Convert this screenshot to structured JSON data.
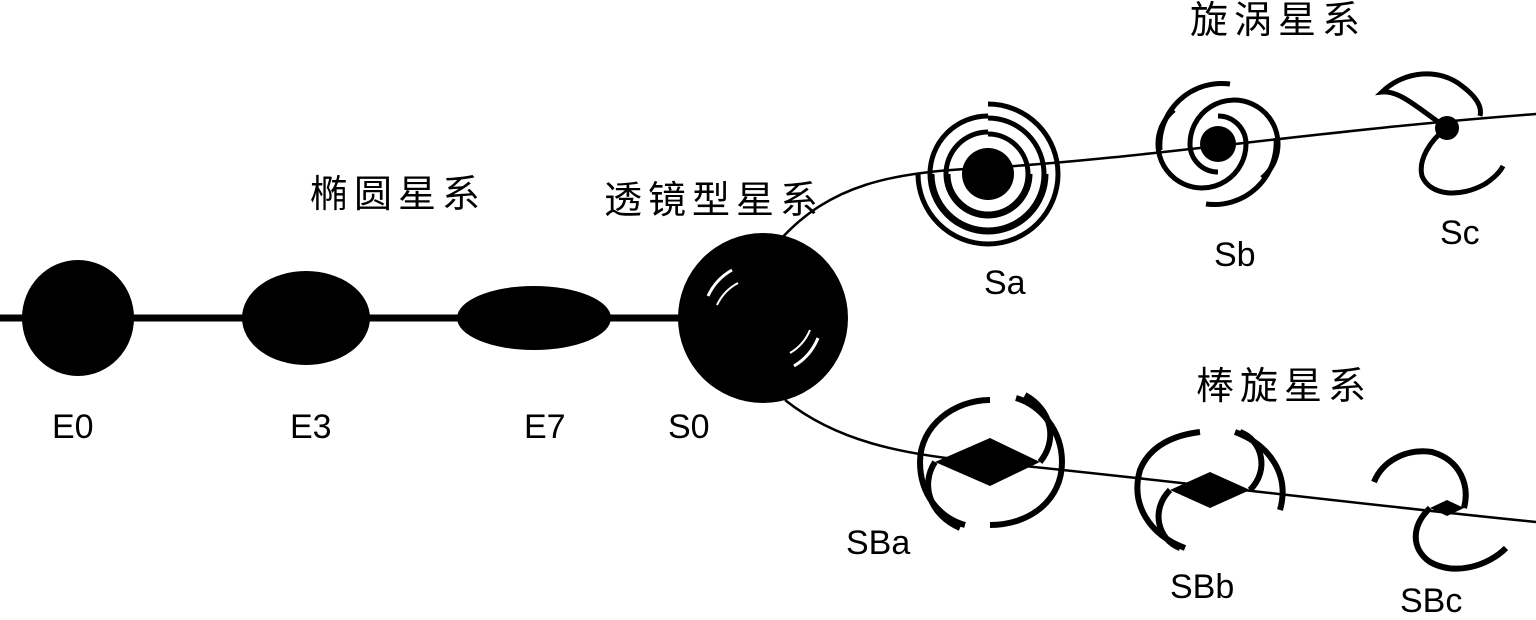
{
  "diagram": {
    "groups": {
      "elliptical": "椭圆星系",
      "lenticular": "透镜型星系",
      "spiral": "旋涡星系",
      "barred_spiral": "棒旋星系"
    },
    "classes": {
      "e0": "E0",
      "e3": "E3",
      "e7": "E7",
      "s0": "S0",
      "sa": "Sa",
      "sb": "Sb",
      "sc": "Sc",
      "sba": "SBa",
      "sbb": "SBb",
      "sbc": "SBc"
    },
    "colors": {
      "ink": "#000000",
      "background": "#ffffff"
    }
  }
}
